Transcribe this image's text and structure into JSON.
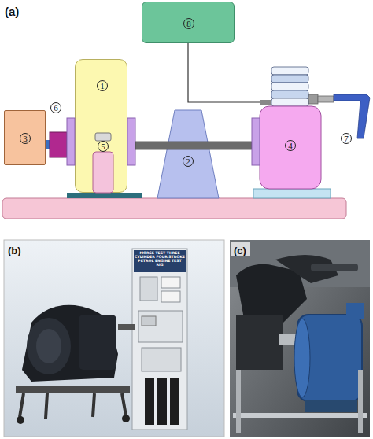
{
  "diagram": {
    "nodes": [
      {
        "text": [
          "8"
        ]
      },
      {
        "text": [
          "1"
        ]
      },
      {
        "text": [
          "5"
        ],
        "in": 1
      },
      {
        "text": [
          "3"
        ]
      },
      {
        "text": [
          "6"
        ]
      },
      {
        "text": [
          "2"
        ]
      },
      {
        "text": [
          "4"
        ]
      },
      {
        "text": [
          "7"
        ]
      }
    ],
    "edges": [
      {
        "from": 0,
        "to": 6,
        "arrow": "none"
      }
    ],
    "labels": [
      "(a)",
      "(b)",
      "(c)",
      "MORSE TEST THREE CYLINDER FOUR STROKE PETROL ENGINE TEST RIG"
    ]
  }
}
